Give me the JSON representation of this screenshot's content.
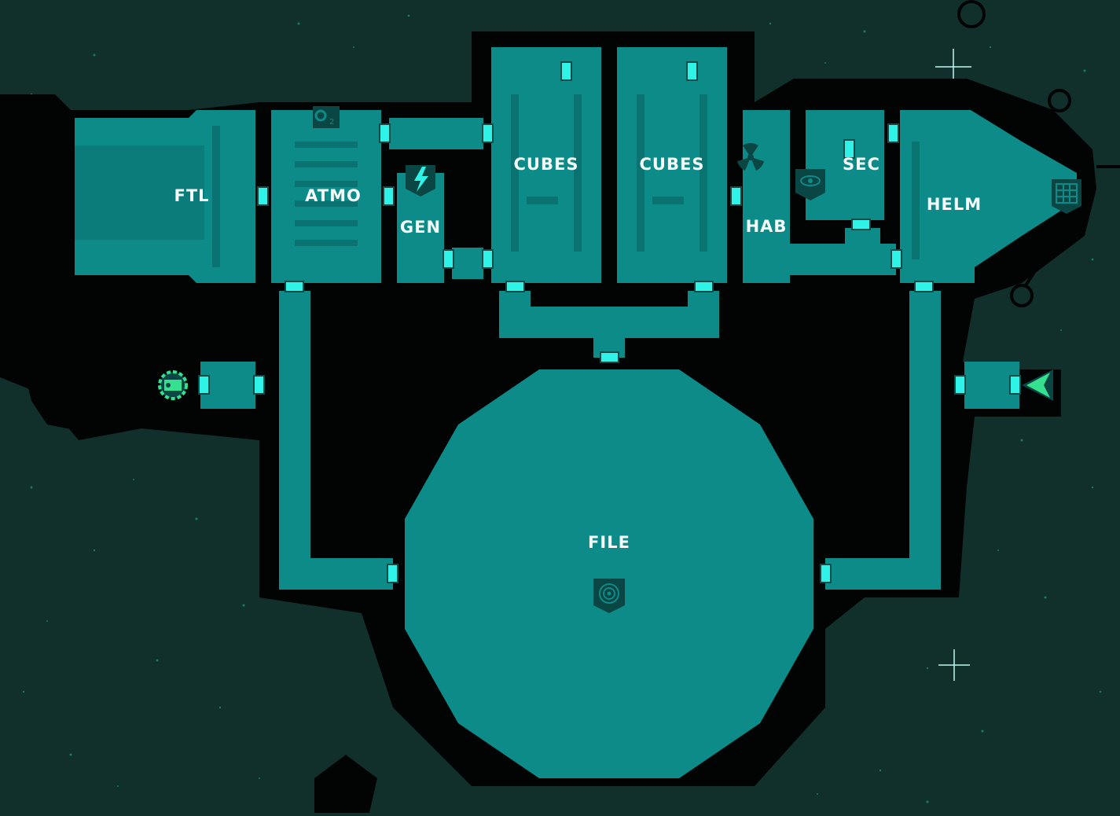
{
  "colors": {
    "space": "#11302c",
    "hull": "#020404",
    "room": "#0d8b88",
    "room_dark": "#0a6e6c",
    "door": "#2ef3e6",
    "door_edge": "#0b4c49",
    "label": "#f4fbfa",
    "player_marker": "#35e08f"
  },
  "rooms": [
    {
      "id": "ftl",
      "label": "FTL"
    },
    {
      "id": "atmo",
      "label": "ATMO",
      "icon": "o2-icon",
      "icon_text": "O₂"
    },
    {
      "id": "gen",
      "label": "GEN",
      "icon": "lightning-icon"
    },
    {
      "id": "cubes-1",
      "label": "CUBES"
    },
    {
      "id": "cubes-2",
      "label": "CUBES"
    },
    {
      "id": "hab",
      "label": "HAB",
      "icon": "radiation-icon"
    },
    {
      "id": "sec",
      "label": "SEC",
      "icon": "eye-icon"
    },
    {
      "id": "helm",
      "label": "HELM",
      "icon": "grid-icon"
    },
    {
      "id": "file",
      "label": "FILE",
      "icon": "target-icon"
    }
  ],
  "markers": [
    {
      "id": "player-marker",
      "icon": "player-ship-icon"
    },
    {
      "id": "exit-marker",
      "icon": "exit-arrow-icon"
    }
  ]
}
